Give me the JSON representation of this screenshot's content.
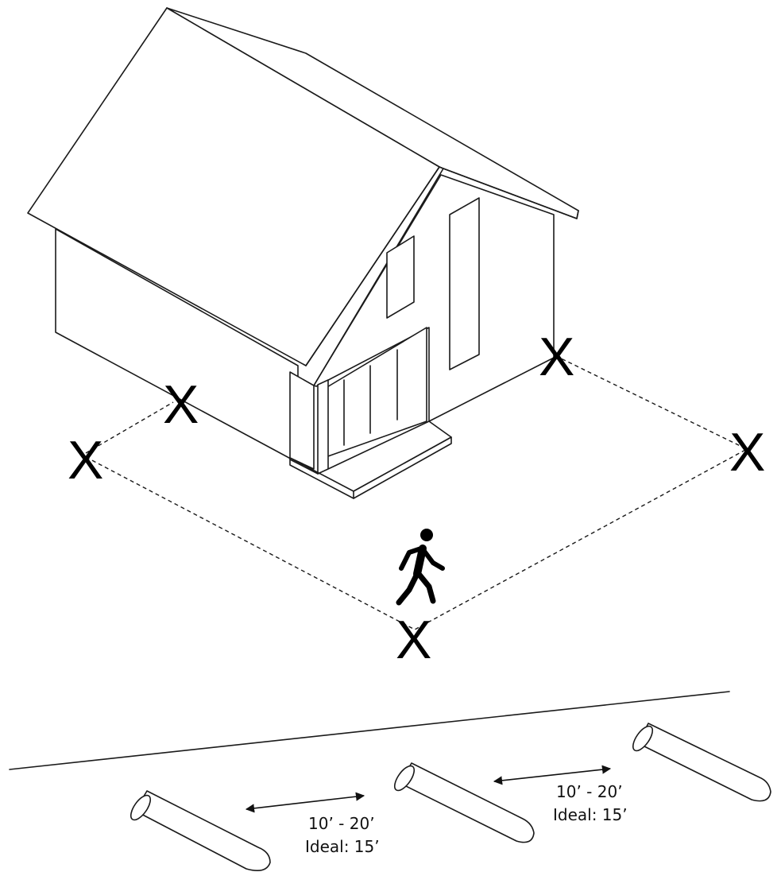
{
  "markers": {
    "x1": "X",
    "x2": "X",
    "x3": "X",
    "x4": "X",
    "x5": "X"
  },
  "spacing_labels": [
    {
      "range": "10’ - 20’",
      "ideal": "Ideal: 15’"
    },
    {
      "range": "10’ - 20’",
      "ideal": "Ideal: 15’"
    }
  ],
  "icons": {
    "house": "house-icon",
    "person": "walking-person-icon",
    "pipe": "pipe-icon"
  }
}
